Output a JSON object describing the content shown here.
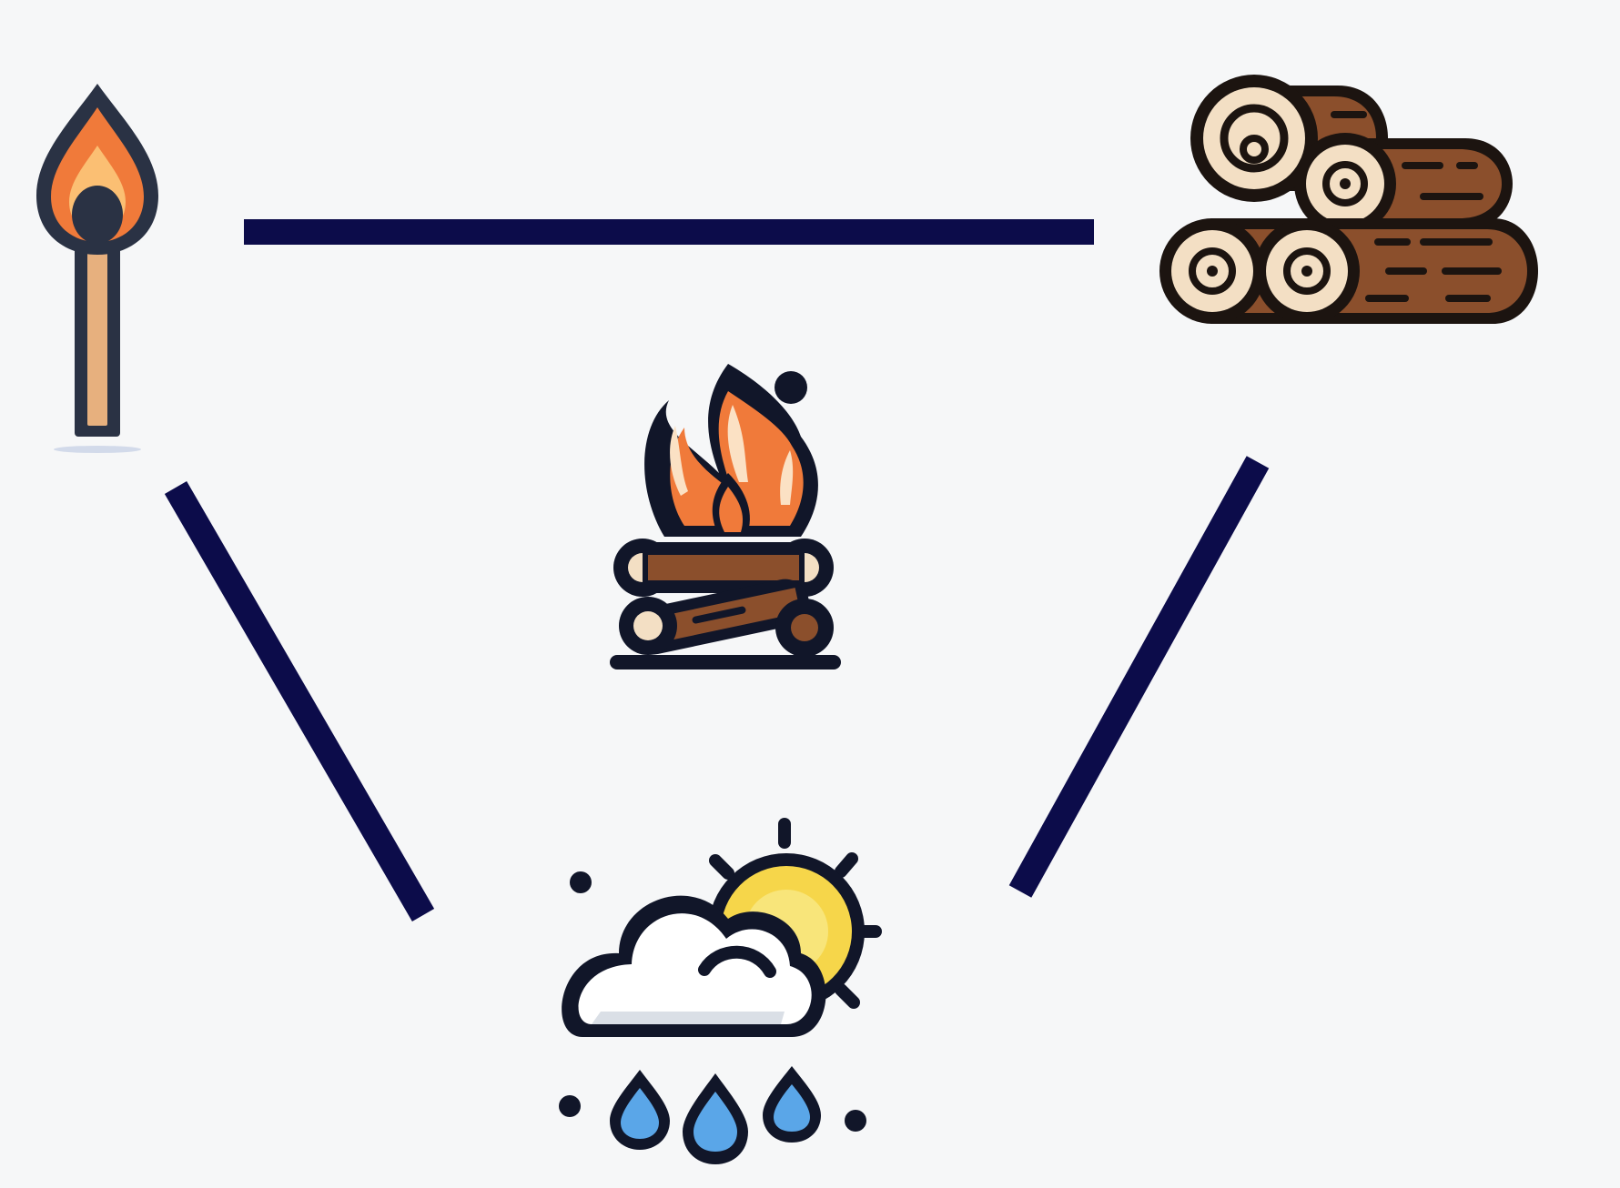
{
  "colors": {
    "background": "#f6f7f8",
    "connector": "#0c0c4a",
    "outline": "#1a1f33",
    "flame_outer": "#f07a3a",
    "flame_inner": "#fbbf73",
    "match_stick": "#e7b07e",
    "log_bark": "#8b4f2c",
    "log_end": "#f3dfc4",
    "sun": "#f6d64a",
    "cloud": "#ffffff",
    "rain": "#5aa6e8"
  },
  "nodes": [
    {
      "id": "match",
      "icon": "match-icon"
    },
    {
      "id": "logs",
      "icon": "firewood-logs-icon"
    },
    {
      "id": "campfire",
      "icon": "campfire-icon"
    },
    {
      "id": "weather",
      "icon": "rain-cloud-sun-icon"
    }
  ],
  "connectors": [
    {
      "from": "match",
      "to": "logs"
    },
    {
      "from": "match",
      "to": "weather"
    },
    {
      "from": "logs",
      "to": "weather"
    }
  ]
}
